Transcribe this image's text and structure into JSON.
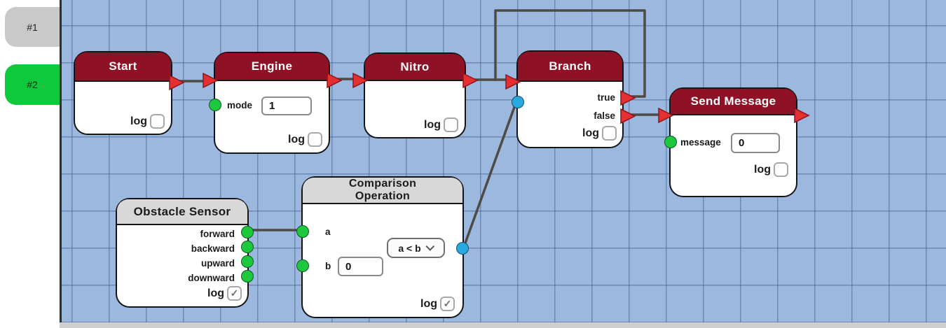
{
  "sidebar": {
    "tabs": [
      {
        "label": "#1",
        "color": "#c9c9c9",
        "active": false
      },
      {
        "label": "#2",
        "color": "#0fc93c",
        "active": true
      }
    ]
  },
  "colors": {
    "canvas_background": "#9cb8de",
    "grid_line": "#5c7ca8",
    "node_header_red": "#8e1126",
    "node_header_gray": "#d8d8d8",
    "wire": "#4e4a45",
    "exec_arrow_red": "#e43030",
    "data_port_green": "#1ec83e",
    "data_port_blue": "#2aa9e0",
    "active_tab_green": "#0fc93c"
  },
  "nodes": {
    "start": {
      "title": "Start",
      "log_label": "log",
      "log_checked": false,
      "log_glyph": ""
    },
    "engine": {
      "title": "Engine",
      "mode_label": "mode",
      "mode_value": "1",
      "log_label": "log",
      "log_checked": false,
      "log_glyph": ""
    },
    "nitro": {
      "title": "Nitro",
      "log_label": "log",
      "log_checked": false,
      "log_glyph": ""
    },
    "branch": {
      "title": "Branch",
      "true_label": "true",
      "false_label": "false",
      "log_label": "log",
      "log_checked": false,
      "log_glyph": ""
    },
    "send_message": {
      "title": "Send Message",
      "message_label": "message",
      "message_value": "0",
      "log_label": "log",
      "log_checked": false,
      "log_glyph": ""
    },
    "obstacle_sensor": {
      "title": "Obstacle Sensor",
      "outputs": [
        "forward",
        "backward",
        "upward",
        "downward"
      ],
      "log_label": "log",
      "log_checked": true,
      "log_glyph": "✓"
    },
    "comparison_operation": {
      "title_line1": "Comparison",
      "title_line2": "Operation",
      "a_label": "a",
      "b_label": "b",
      "b_value": "0",
      "operator_value": "a < b",
      "log_label": "log",
      "log_checked": true,
      "log_glyph": "✓"
    }
  },
  "connections": [
    {
      "from": "Start.exec-out",
      "to": "Engine.exec-in"
    },
    {
      "from": "Engine.exec-out",
      "to": "Nitro.exec-in"
    },
    {
      "from": "Nitro.exec-out",
      "to": "Branch.exec-in"
    },
    {
      "from": "Branch.true",
      "to": "Branch.exec-in"
    },
    {
      "from": "Branch.false",
      "to": "Send Message.exec-in"
    },
    {
      "from": "Obstacle Sensor.forward",
      "to": "Comparison Operation.a"
    },
    {
      "from": "Comparison Operation.result",
      "to": "Branch.condition"
    }
  ]
}
